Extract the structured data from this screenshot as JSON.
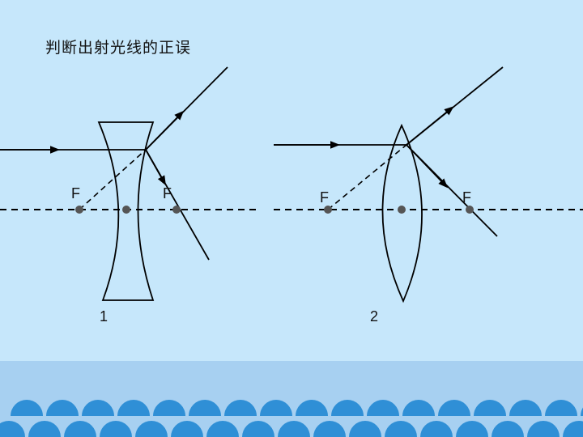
{
  "slide": {
    "title": "判断出射光线的正误",
    "background_color": "#c6e7fb",
    "footer_color": "#a7d0f1",
    "wave_color": "#2f8fd6"
  },
  "diagram_1": {
    "focus_left_label": "F",
    "focus_right_label": "F",
    "number_label": "1"
  },
  "diagram_2": {
    "focus_left_label": "F",
    "focus_right_label": "F",
    "number_label": "2"
  }
}
